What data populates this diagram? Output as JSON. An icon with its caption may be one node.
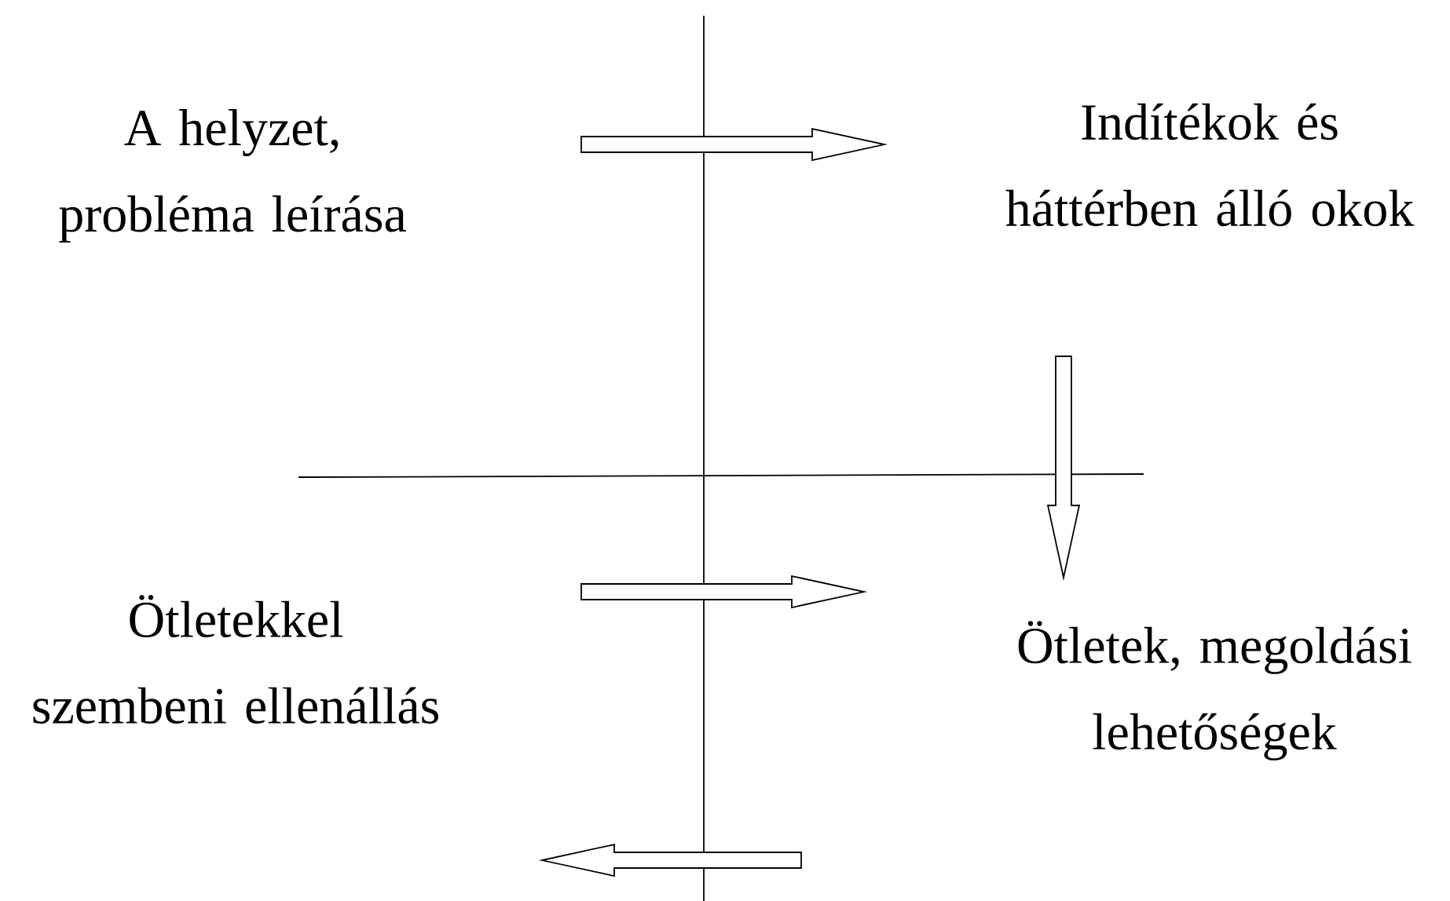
{
  "diagram": {
    "nodes": [
      {
        "text": [
          "A helyzet, probléma leírása"
        ]
      },
      {
        "text": [
          "Indítékok és háttérben álló okok"
        ]
      },
      {
        "text": [
          "Ötletekkel szembeni ellenállás"
        ]
      },
      {
        "text": [
          "Ötletek, megoldási lehetőségek"
        ]
      }
    ],
    "edges": [
      {
        "from": 0,
        "to": 1,
        "arrow": "to"
      },
      {
        "from": 1,
        "to": 3,
        "arrow": "to"
      },
      {
        "from": 2,
        "to": 3,
        "arrow": "to"
      }
    ]
  }
}
